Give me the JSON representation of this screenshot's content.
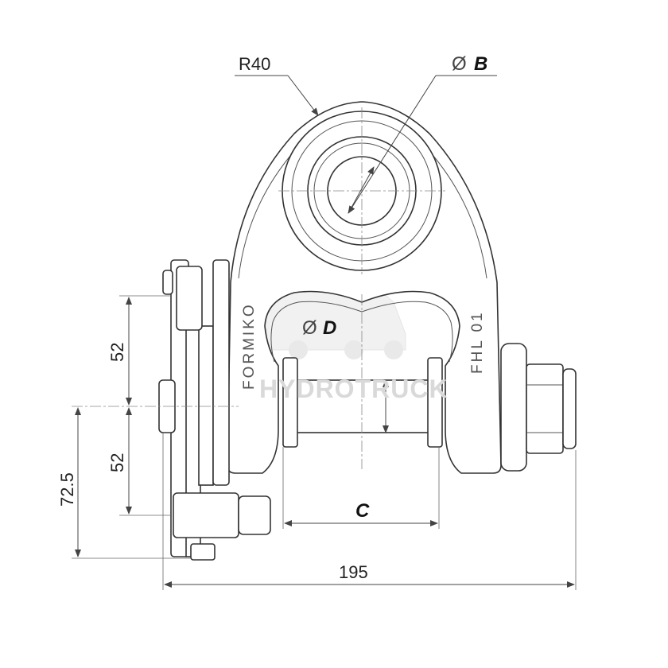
{
  "dimensions": {
    "radius": "R40",
    "bore_symbol": "Ø",
    "bore": "B",
    "pin_symbol": "Ø",
    "pin": "D",
    "gap": "C",
    "upper_offset": "52",
    "lower_offset": "52",
    "side_height": "72.5",
    "overall_width": "195"
  },
  "engraving": {
    "left": "FORMIKO",
    "right": "FHL 01"
  },
  "watermark": {
    "text": "HYDROTRUCK"
  },
  "colors": {
    "line": "#333333",
    "watermark": "#d9d9d9"
  }
}
